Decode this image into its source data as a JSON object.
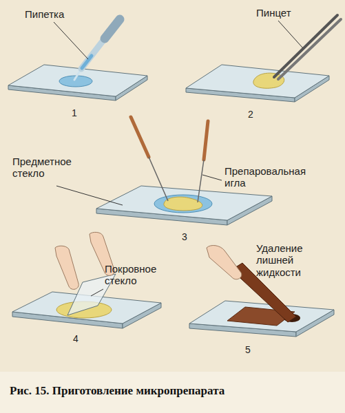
{
  "diagram": {
    "caption": "Рис. 15. Приготовление микропрепарата",
    "labels": [
      "Пипетка",
      "Пинцет",
      "1",
      "2",
      "Предметное стекло",
      "Препаровальная игла",
      "3",
      "Покровное стекло",
      "4",
      "Удаление лишней жидкости",
      "5"
    ]
  }
}
